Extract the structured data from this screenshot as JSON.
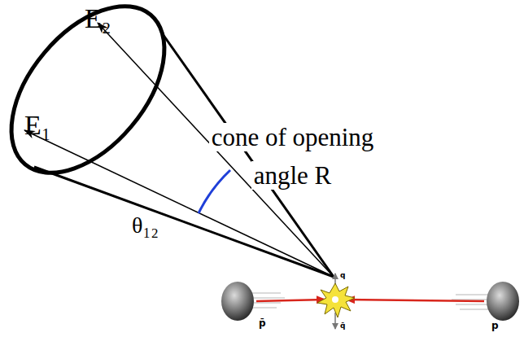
{
  "diagram": {
    "labels": [
      "E₂",
      "E₁",
      "cone of opening angle R",
      "θ₁₂",
      "p̄",
      "p",
      "q",
      "q̄"
    ]
  }
}
